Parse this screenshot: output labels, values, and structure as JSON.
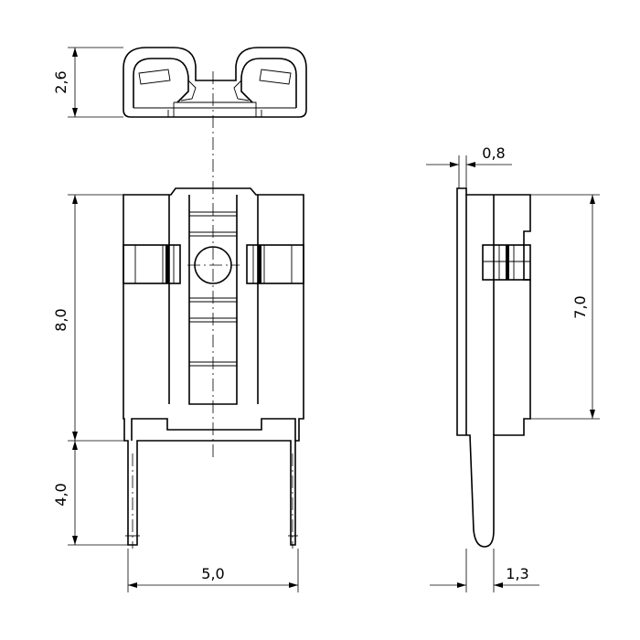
{
  "dimensions": {
    "top_height": "2,6",
    "body_height": "8,0",
    "pin_length": "4,0",
    "pin_spacing": "5,0",
    "side_thickness": "0,8",
    "side_height": "7,0",
    "side_pin_width": "1,3"
  }
}
